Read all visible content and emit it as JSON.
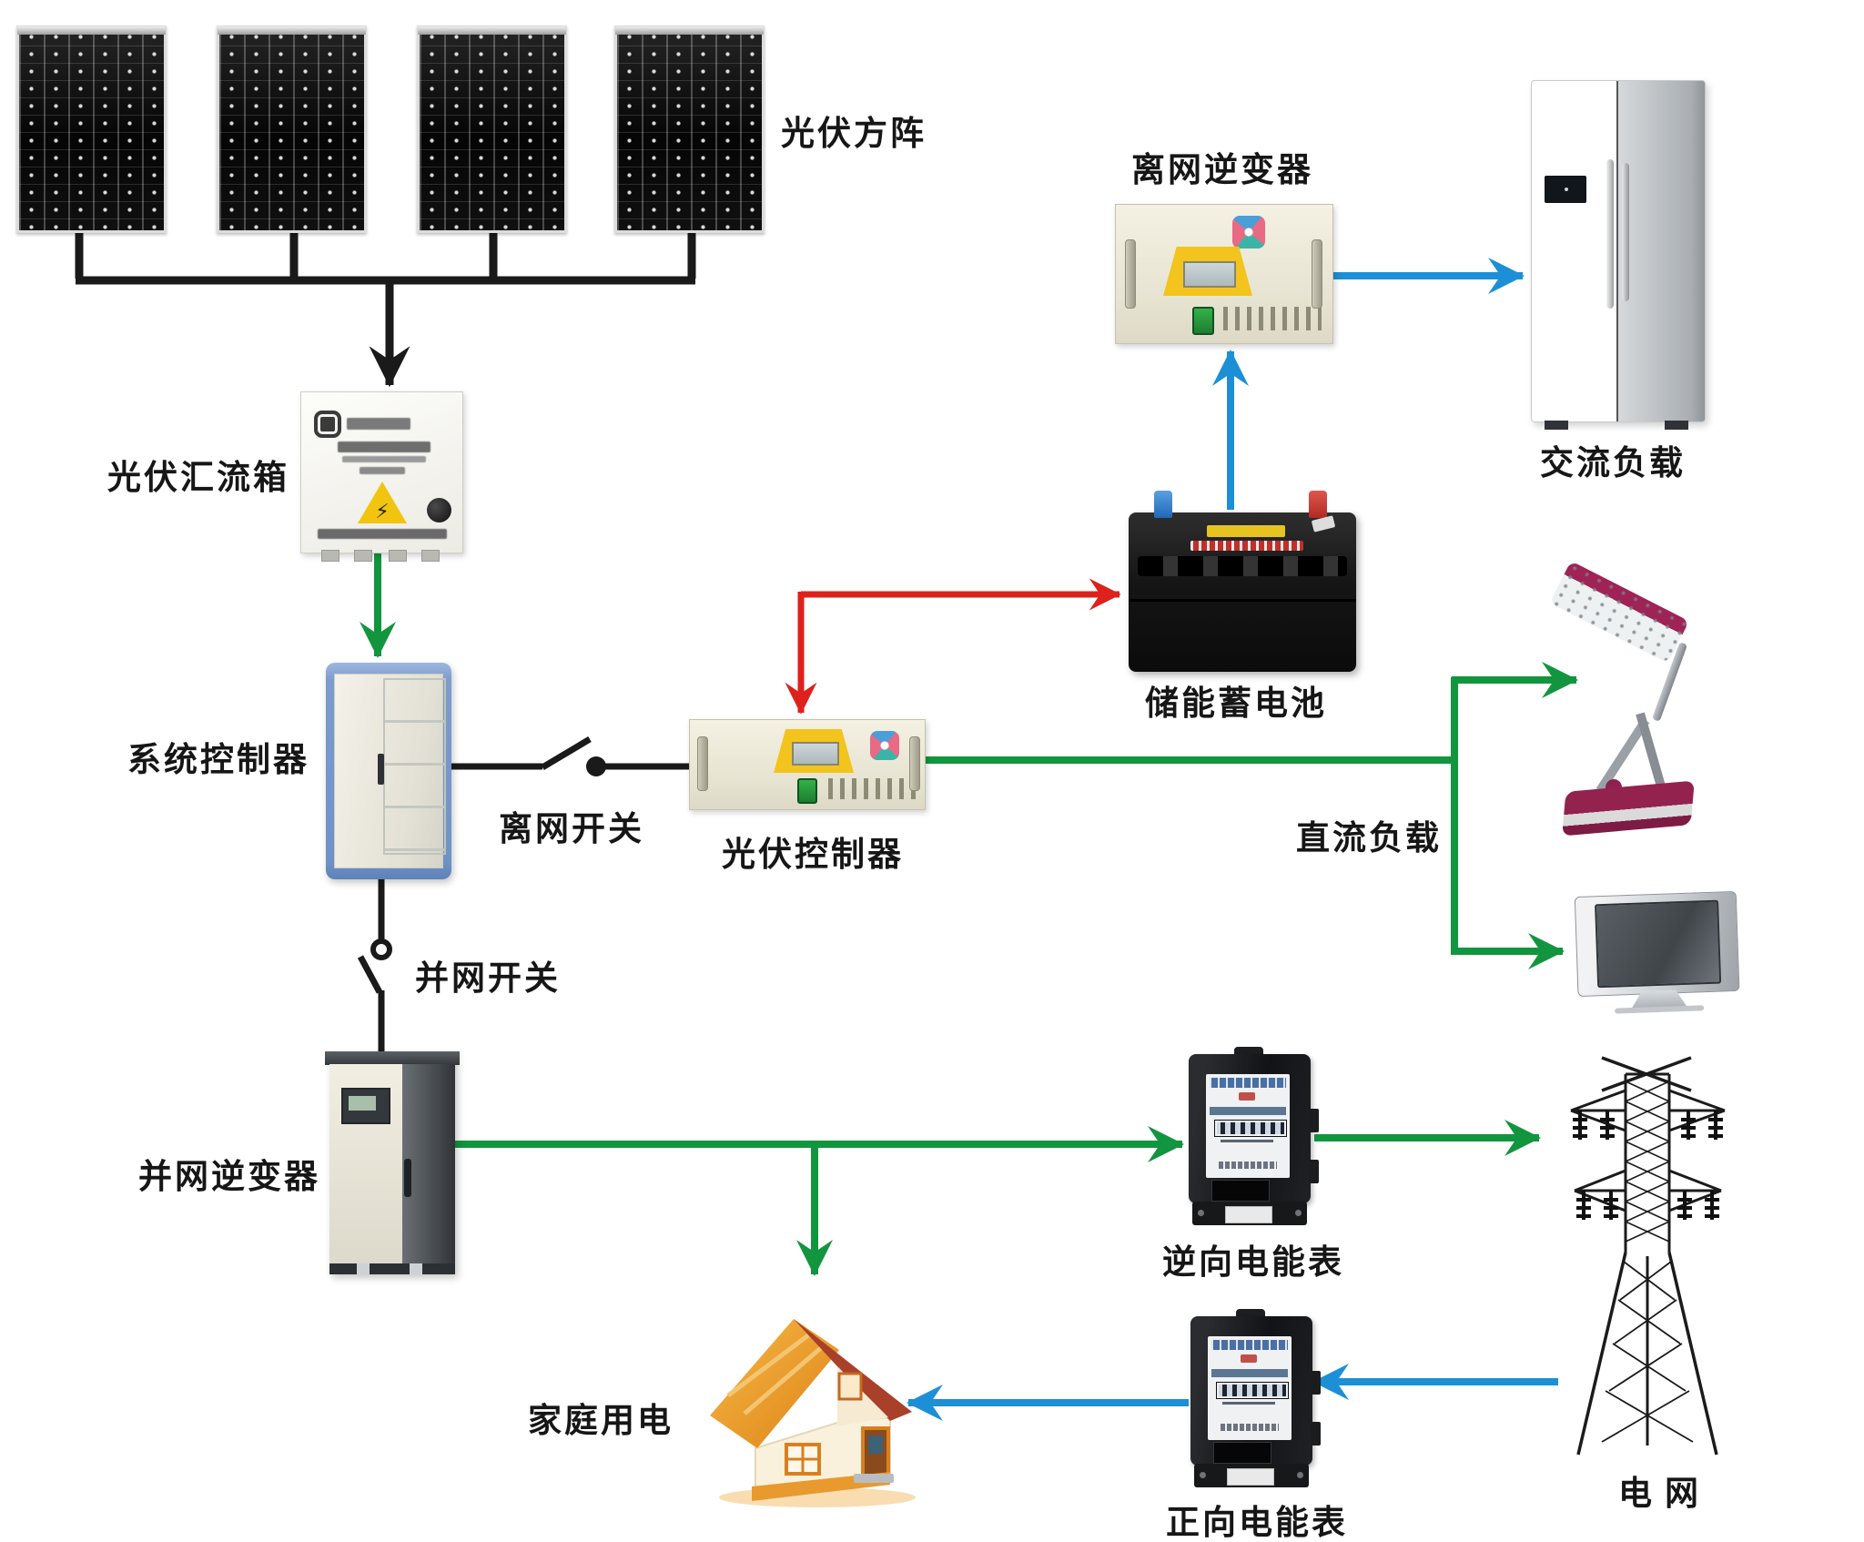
{
  "labels": {
    "pv_array": "光伏方阵",
    "combiner_box": "光伏汇流箱",
    "system_controller": "系统控制器",
    "offgrid_switch": "离网开关",
    "pv_controller": "光伏控制器",
    "battery": "储能蓄电池",
    "offgrid_inverter": "离网逆变器",
    "ac_load": "交流负载",
    "dc_load": "直流负载",
    "grid_switch": "并网开关",
    "grid_inverter": "并网逆变器",
    "reverse_meter": "逆向电能表",
    "forward_meter": "正向电能表",
    "home": "家庭用电",
    "grid": "电网"
  },
  "colors": {
    "wire_black": "#1a1a1a",
    "wire_green": "#12953f",
    "wire_blue": "#1d8fd6",
    "wire_red": "#de211c",
    "accent_yellow": "#f2c41d"
  }
}
